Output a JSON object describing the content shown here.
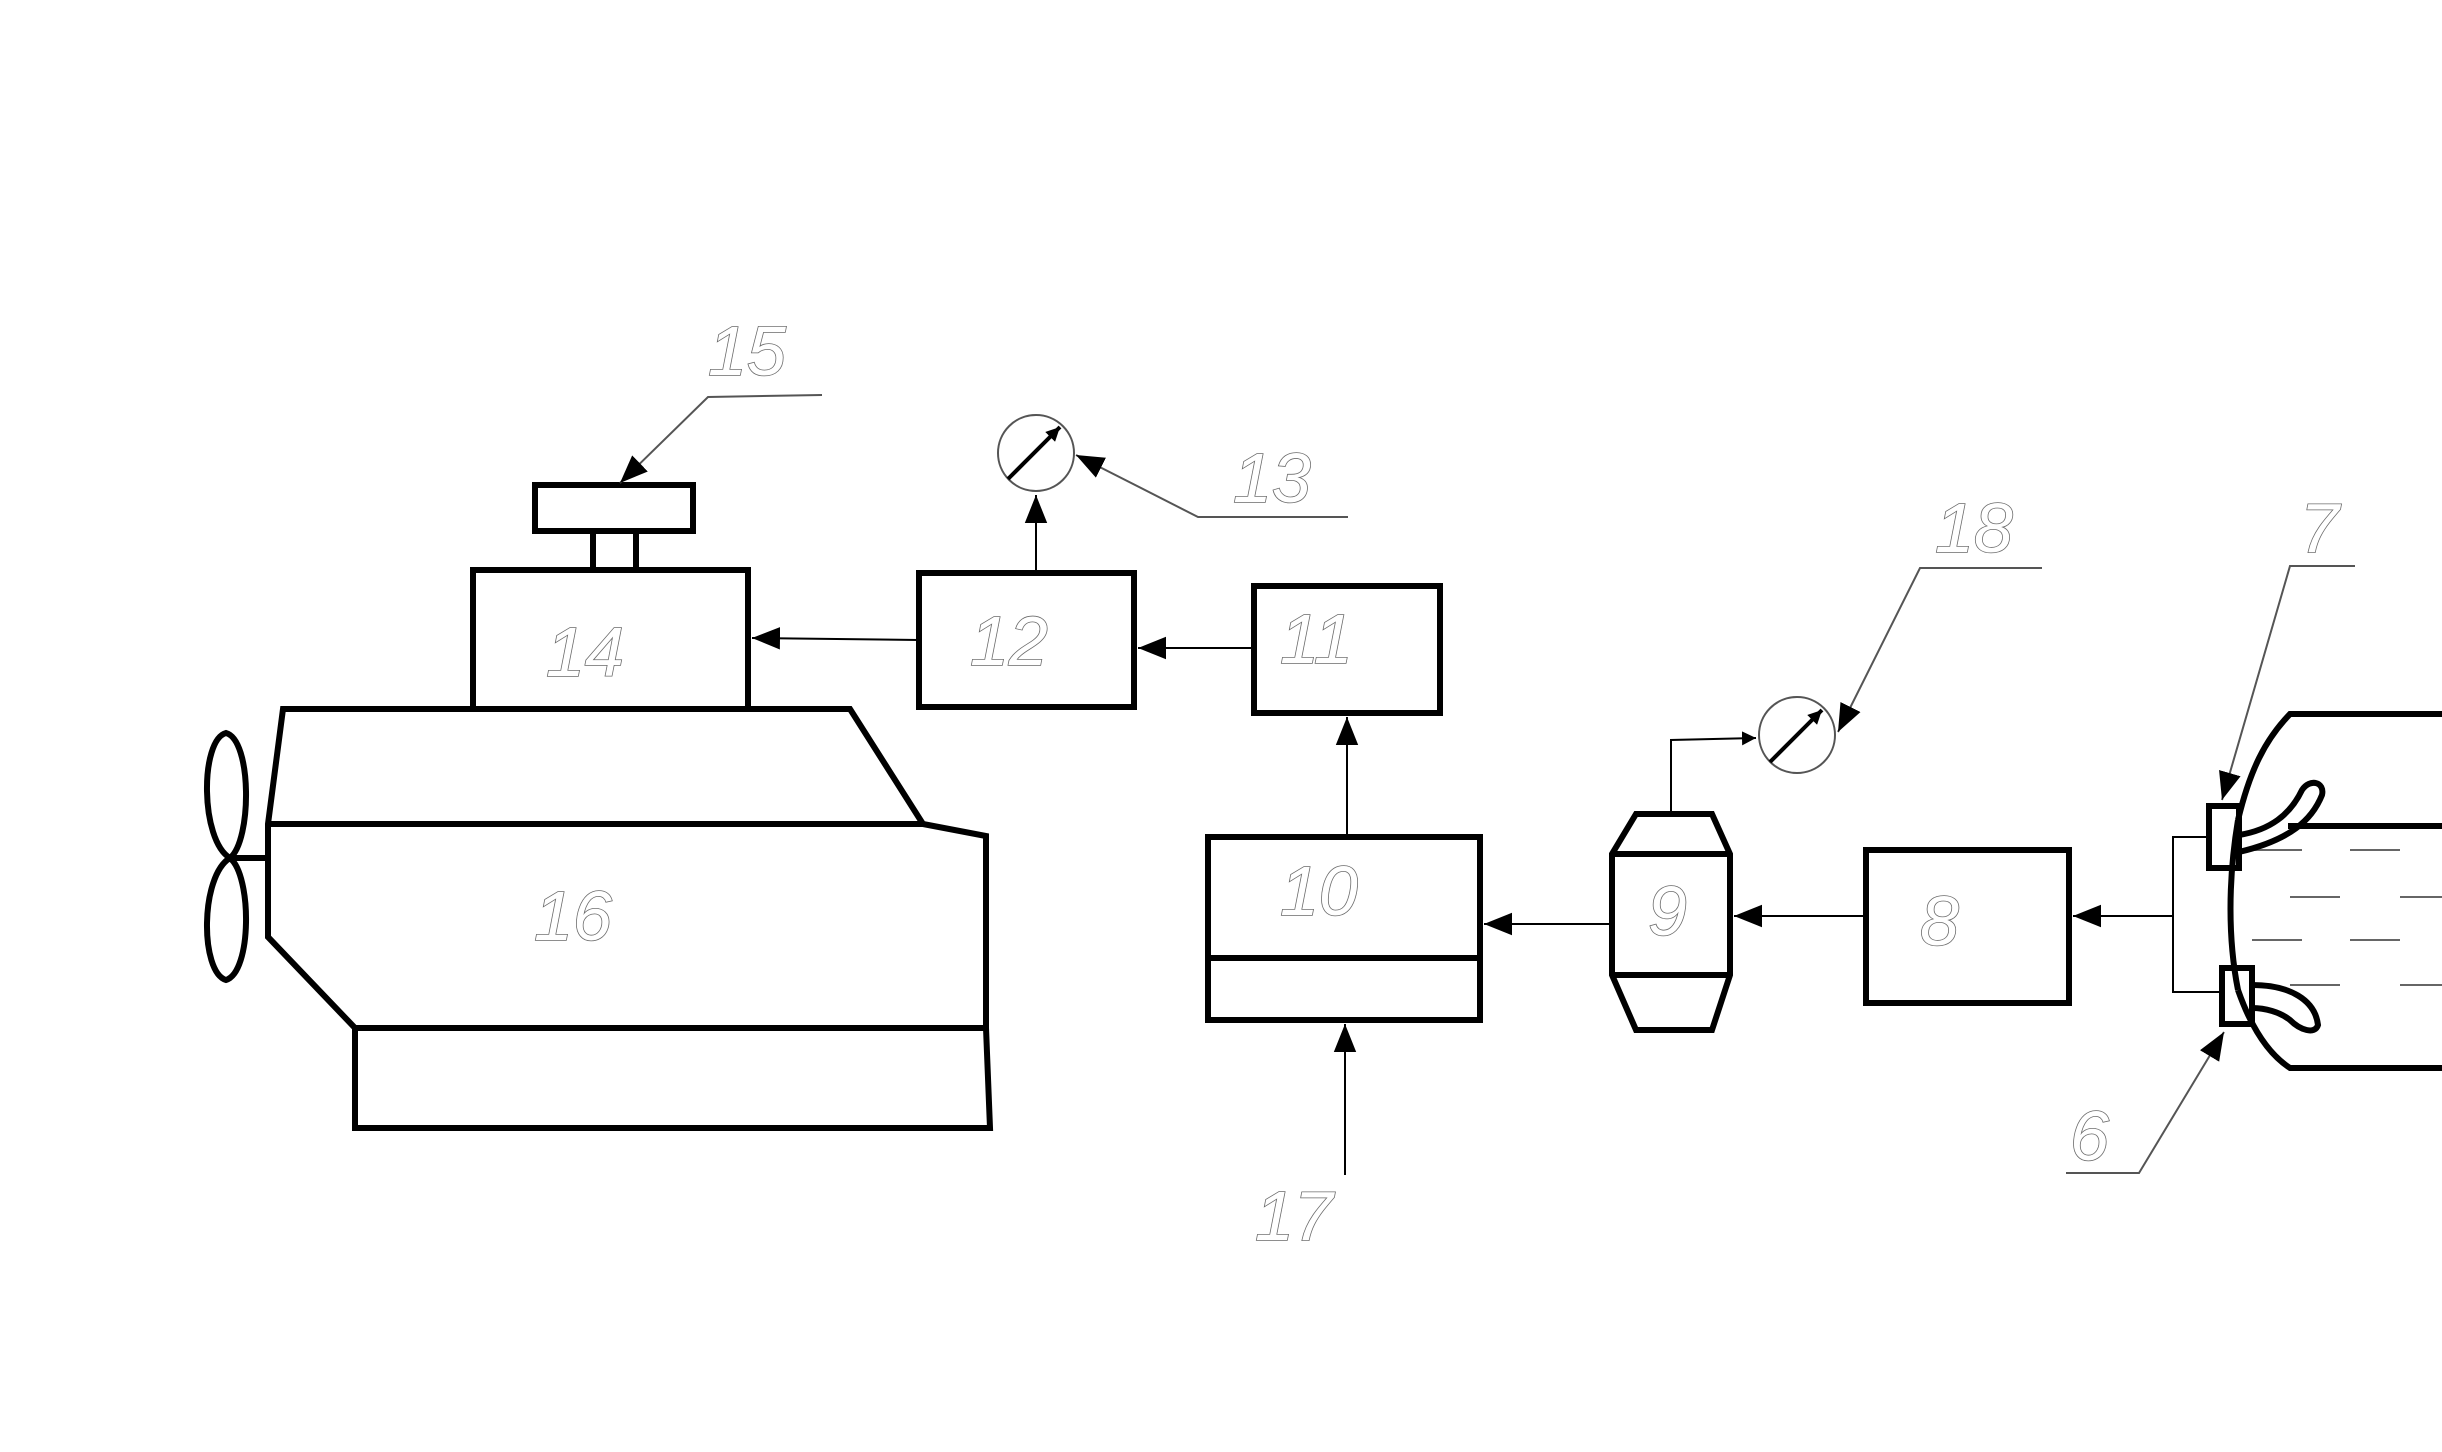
{
  "diagram": {
    "labels": {
      "l6": "6",
      "l7": "7",
      "l8": "8",
      "l9": "9",
      "l10": "10",
      "l11": "11",
      "l12": "12",
      "l13": "13",
      "l14": "14",
      "l15": "15",
      "l16": "16",
      "l17": "17",
      "l18": "18"
    },
    "icons": [
      "gauge-13-icon",
      "gauge-18-icon",
      "propeller-icon"
    ],
    "colors": {
      "line": "#000000",
      "label_outline": "#6a6a6a",
      "background": "#ffffff"
    }
  }
}
